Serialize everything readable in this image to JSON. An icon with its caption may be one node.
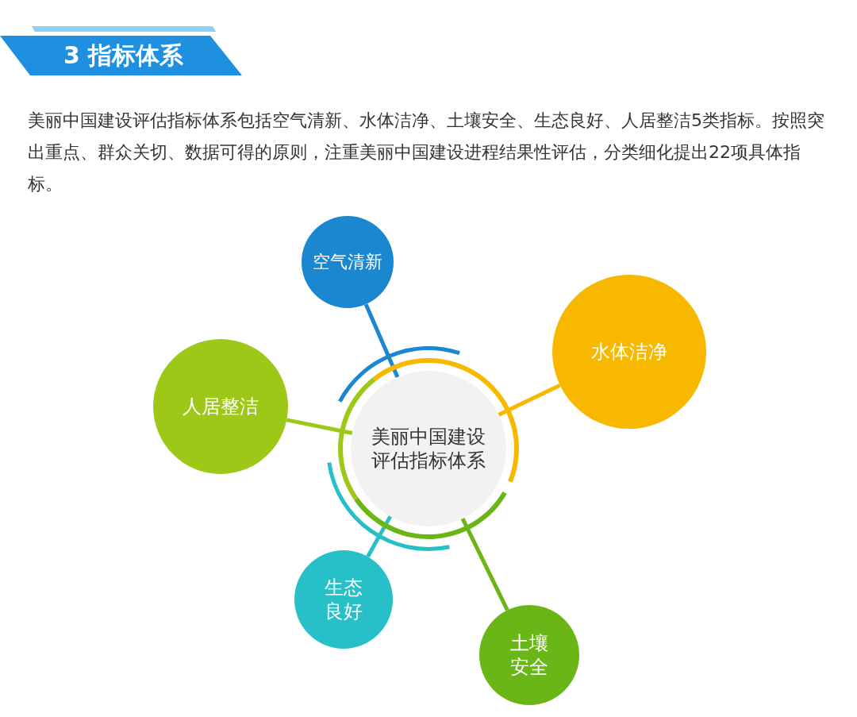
{
  "diagram": {
    "title": "3 指标体系",
    "nodes": [
      {
        "text": [
          "美丽中国建设评估指标体系"
        ]
      },
      {
        "text": [
          "空气清新"
        ]
      },
      {
        "text": [
          "水体洁净"
        ]
      },
      {
        "text": [
          "人居整洁"
        ]
      },
      {
        "text": [
          "生态良好"
        ]
      },
      {
        "text": [
          "土壤安全"
        ]
      }
    ],
    "edges": [
      {
        "from": 0,
        "to": 1,
        "arrow": "none",
        "color": "#1a87d0"
      },
      {
        "from": 0,
        "to": 2,
        "arrow": "none",
        "color": "#f9b800"
      },
      {
        "from": 0,
        "to": 3,
        "arrow": "none",
        "color": "#9dc818"
      },
      {
        "from": 0,
        "to": 4,
        "arrow": "none",
        "color": "#27c0c8"
      },
      {
        "from": 0,
        "to": 5,
        "arrow": "none",
        "color": "#6ab617"
      }
    ],
    "labels": [
      "美丽中国建设评估指标体系包括空气清新、水体洁净、土壤安全、生态良好、人居整洁5类指标。按照突出重点、群众关切、数据可得的原则，注重美丽中国建设进程结果性评估，分类细化提出22项具体指标。"
    ]
  }
}
